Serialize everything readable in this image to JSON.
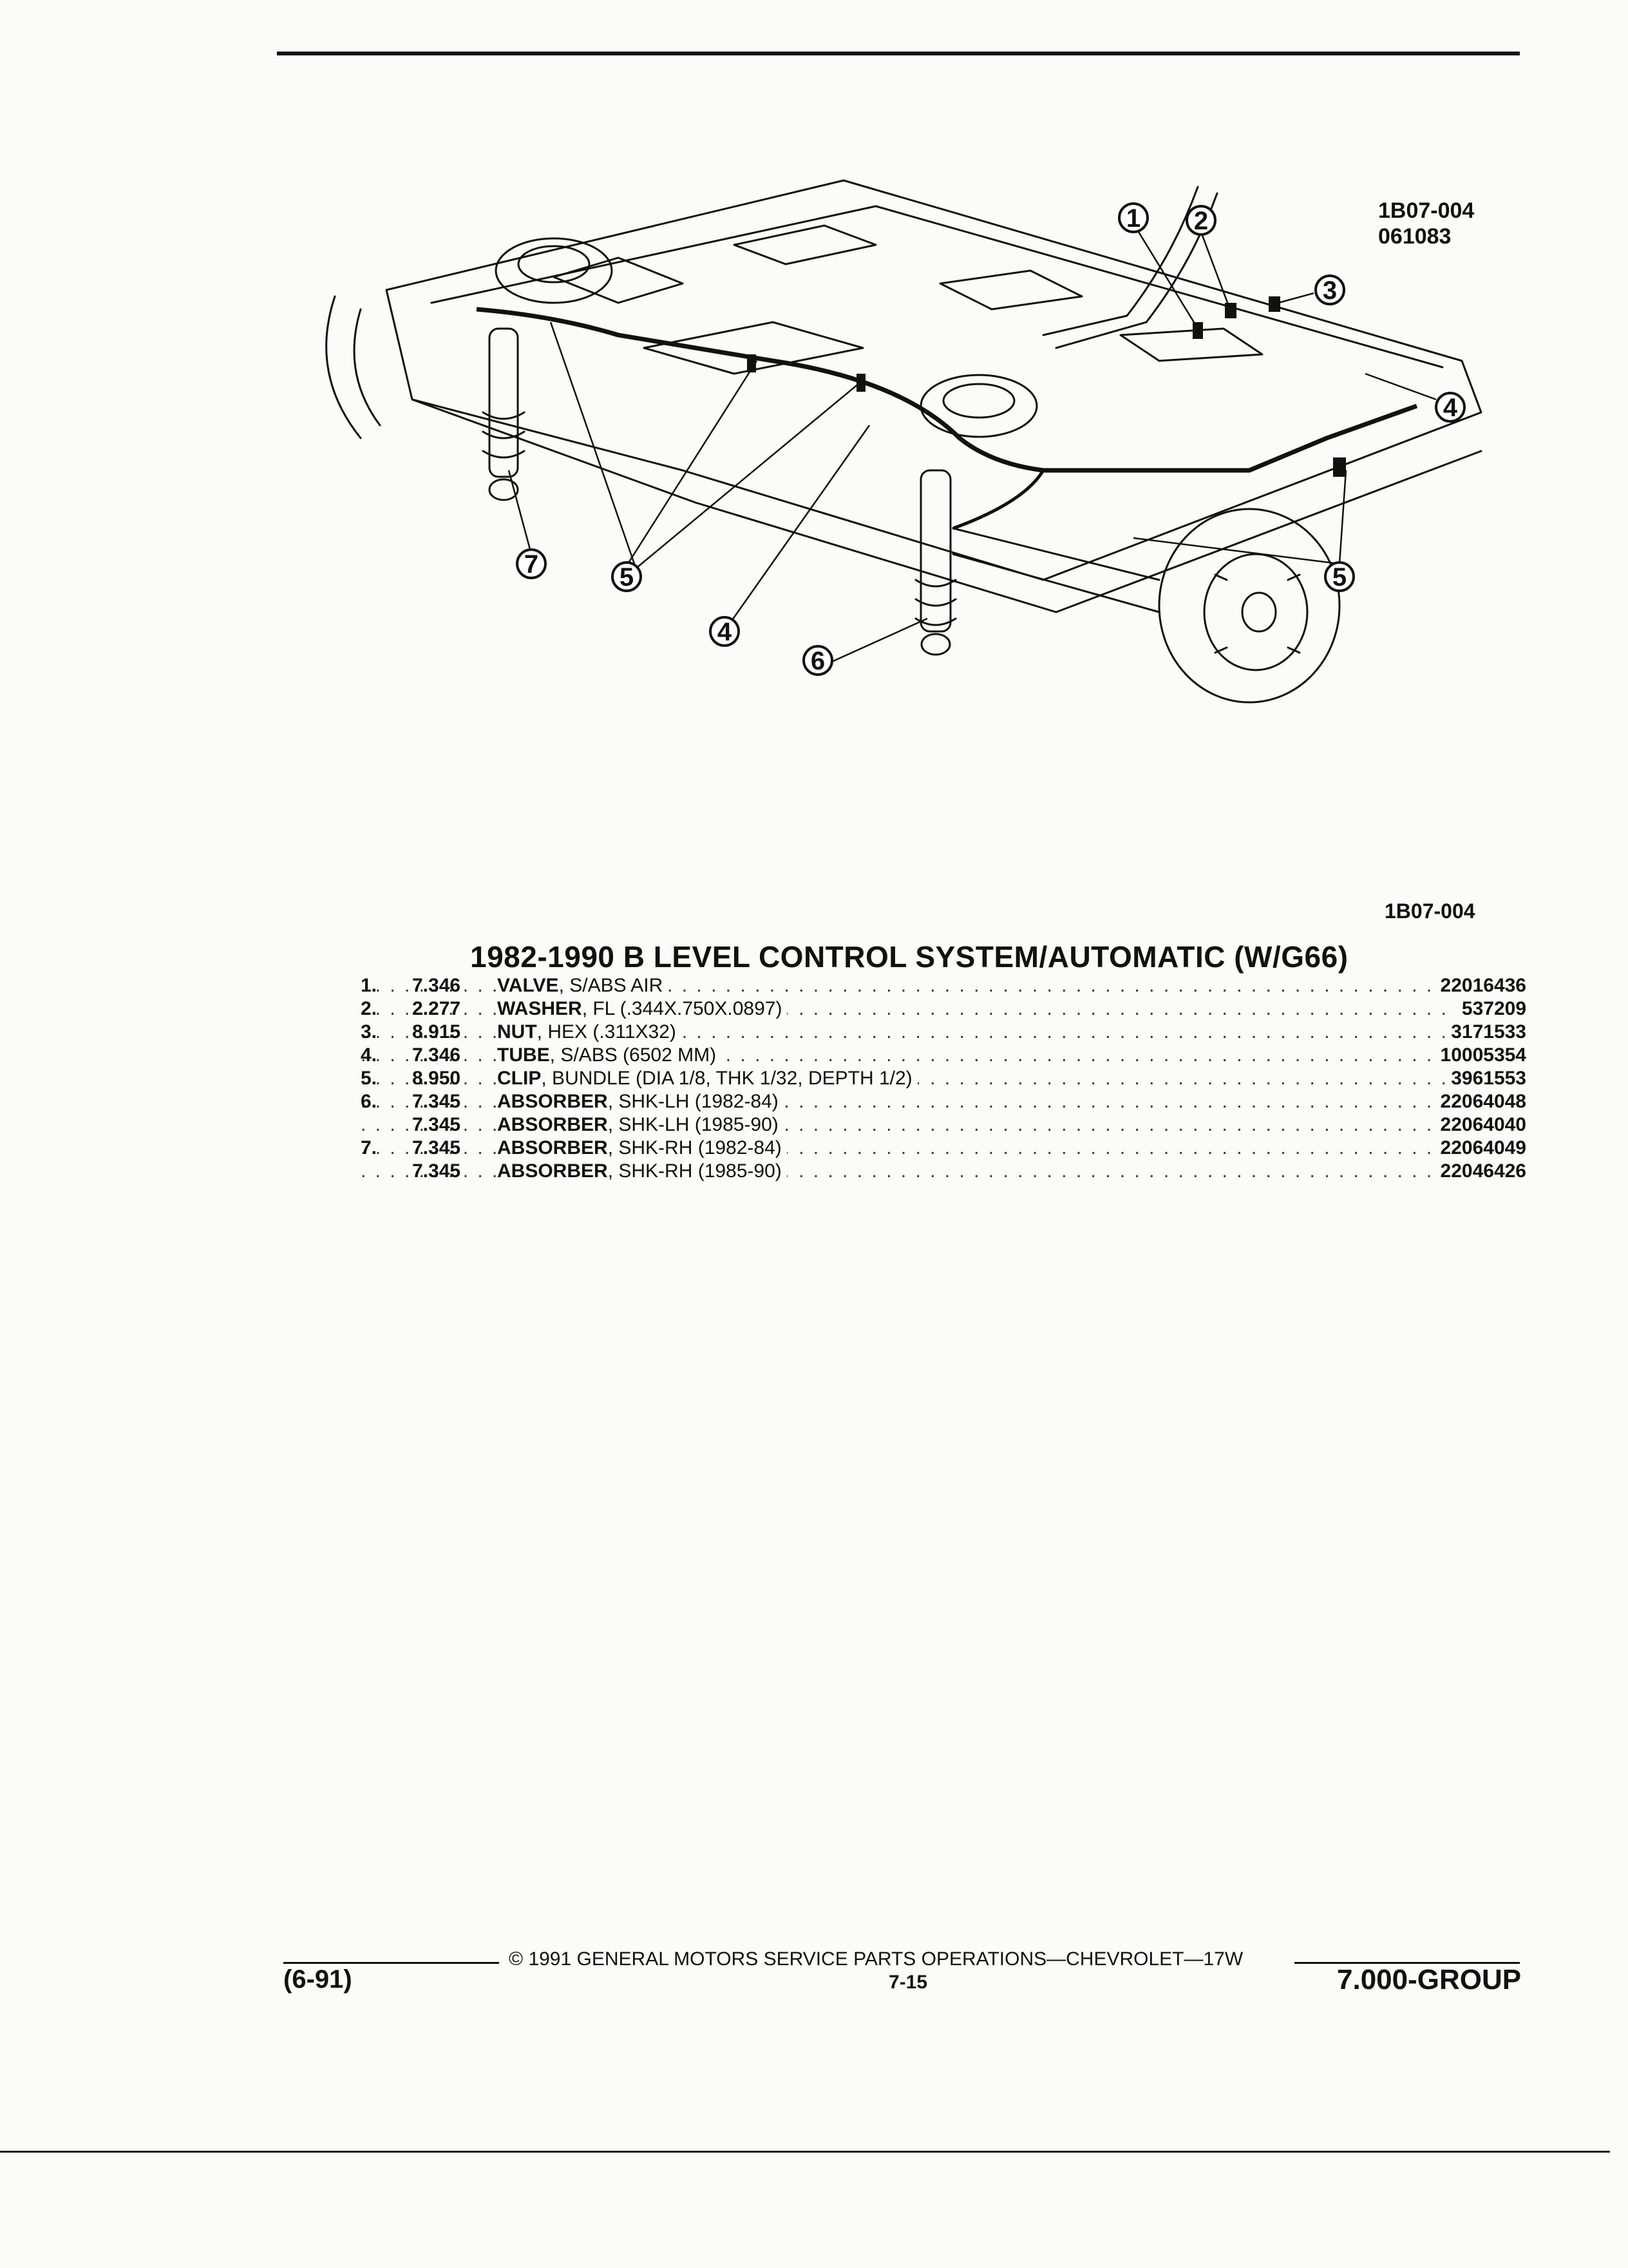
{
  "figure_id": "1B07-004",
  "figure_date": "061083",
  "figure_caption_id": "1B07-004",
  "section_title": "1982-1990 B LEVEL CONTROL SYSTEM/AUTOMATIC (W/G66)",
  "callouts": [
    "1",
    "2",
    "3",
    "4",
    "4",
    "5",
    "5",
    "6",
    "7"
  ],
  "parts": [
    {
      "num": "1.",
      "code": "7.346",
      "name": "VALVE",
      "desc": ", S/ABS AIR",
      "part_no": "22016436"
    },
    {
      "num": "2.",
      "code": "2.277",
      "name": "WASHER",
      "desc": ", FL (.344X.750X.0897)",
      "part_no": "537209"
    },
    {
      "num": "3.",
      "code": "8.915",
      "name": "NUT",
      "desc": ", HEX (.311X32)",
      "part_no": "3171533"
    },
    {
      "num": "4.",
      "code": "7.346",
      "name": "TUBE",
      "desc": ", S/ABS (6502 MM)",
      "part_no": "10005354"
    },
    {
      "num": "5.",
      "code": "8.950",
      "name": "CLIP",
      "desc": ", BUNDLE (DIA 1/8, THK 1/32, DEPTH 1/2)",
      "part_no": "3961553"
    },
    {
      "num": "6.",
      "code": "7.345",
      "name": "ABSORBER",
      "desc": ", SHK-LH (1982-84)",
      "part_no": "22064048"
    },
    {
      "num": "",
      "code": "7.345",
      "name": "ABSORBER",
      "desc": ", SHK-LH (1985-90)",
      "part_no": "22064040"
    },
    {
      "num": "7.",
      "code": "7.345",
      "name": "ABSORBER",
      "desc": ", SHK-RH (1982-84)",
      "part_no": "22064049"
    },
    {
      "num": "",
      "code": "7.345",
      "name": "ABSORBER",
      "desc": ", SHK-RH (1985-90)",
      "part_no": "22046426"
    }
  ],
  "footer": {
    "copyright": "© 1991 GENERAL MOTORS SERVICE PARTS OPERATIONS—CHEVROLET—17W",
    "page": "7-15",
    "revision": "(6-91)",
    "group": "7.000-GROUP"
  }
}
